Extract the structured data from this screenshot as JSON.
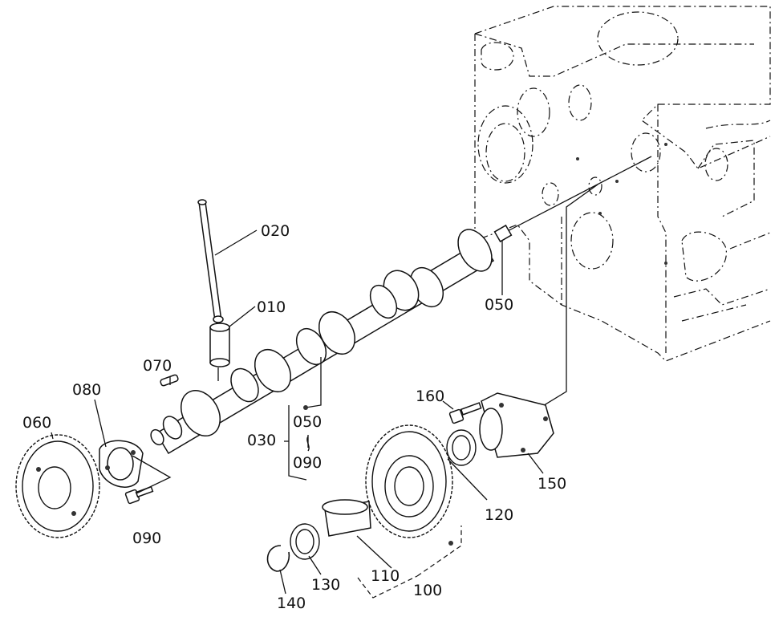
{
  "labels": {
    "p010": "010",
    "p020": "020",
    "p030": "030",
    "p050_top": "050",
    "p050_group": "050",
    "p060": "060",
    "p070": "070",
    "p080": "080",
    "p090_group": "090",
    "p090_bolt": "090",
    "p100": "100",
    "p110": "110",
    "p120": "120",
    "p130": "130",
    "p140": "140",
    "p150": "150",
    "p160": "160"
  }
}
